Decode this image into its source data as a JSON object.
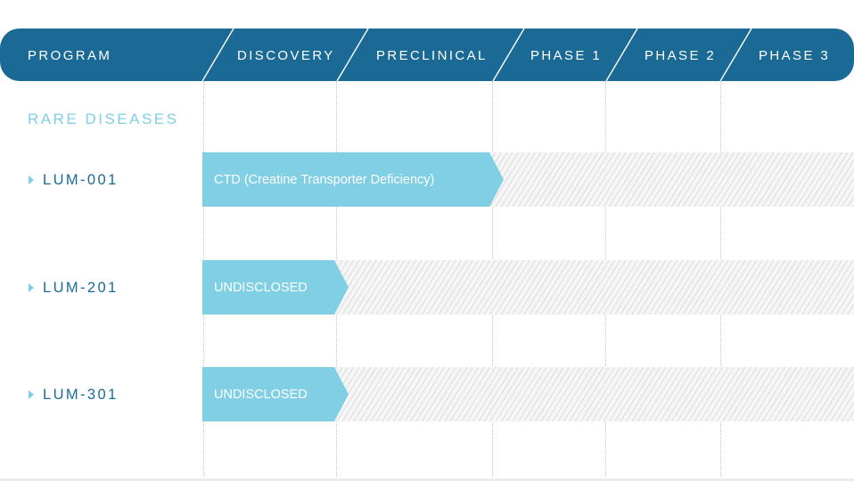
{
  "colors": {
    "header_bg": "#1a6a95",
    "header_text": "#ffffff",
    "accent_light": "#80cfe5",
    "program_name": "#1a6a95",
    "hatch": "#e2e2e2"
  },
  "header": {
    "program": "PROGRAM",
    "stages": [
      "DISCOVERY",
      "PRECLINICAL",
      "PHASE 1",
      "PHASE 2",
      "PHASE 3"
    ]
  },
  "categories": [
    {
      "name": "RARE DISEASES",
      "programs": [
        {
          "name": "LUM-001",
          "indication": "CTD (Creatine Transporter Deficiency)",
          "stage_reached": "PRECLINICAL",
          "icon": "caret-right-icon"
        },
        {
          "name": "LUM-201",
          "indication": "UNDISCLOSED",
          "stage_reached": "DISCOVERY",
          "icon": "caret-right-icon"
        },
        {
          "name": "LUM-301",
          "indication": "UNDISCLOSED",
          "stage_reached": "DISCOVERY",
          "icon": "caret-right-icon"
        }
      ]
    }
  ]
}
